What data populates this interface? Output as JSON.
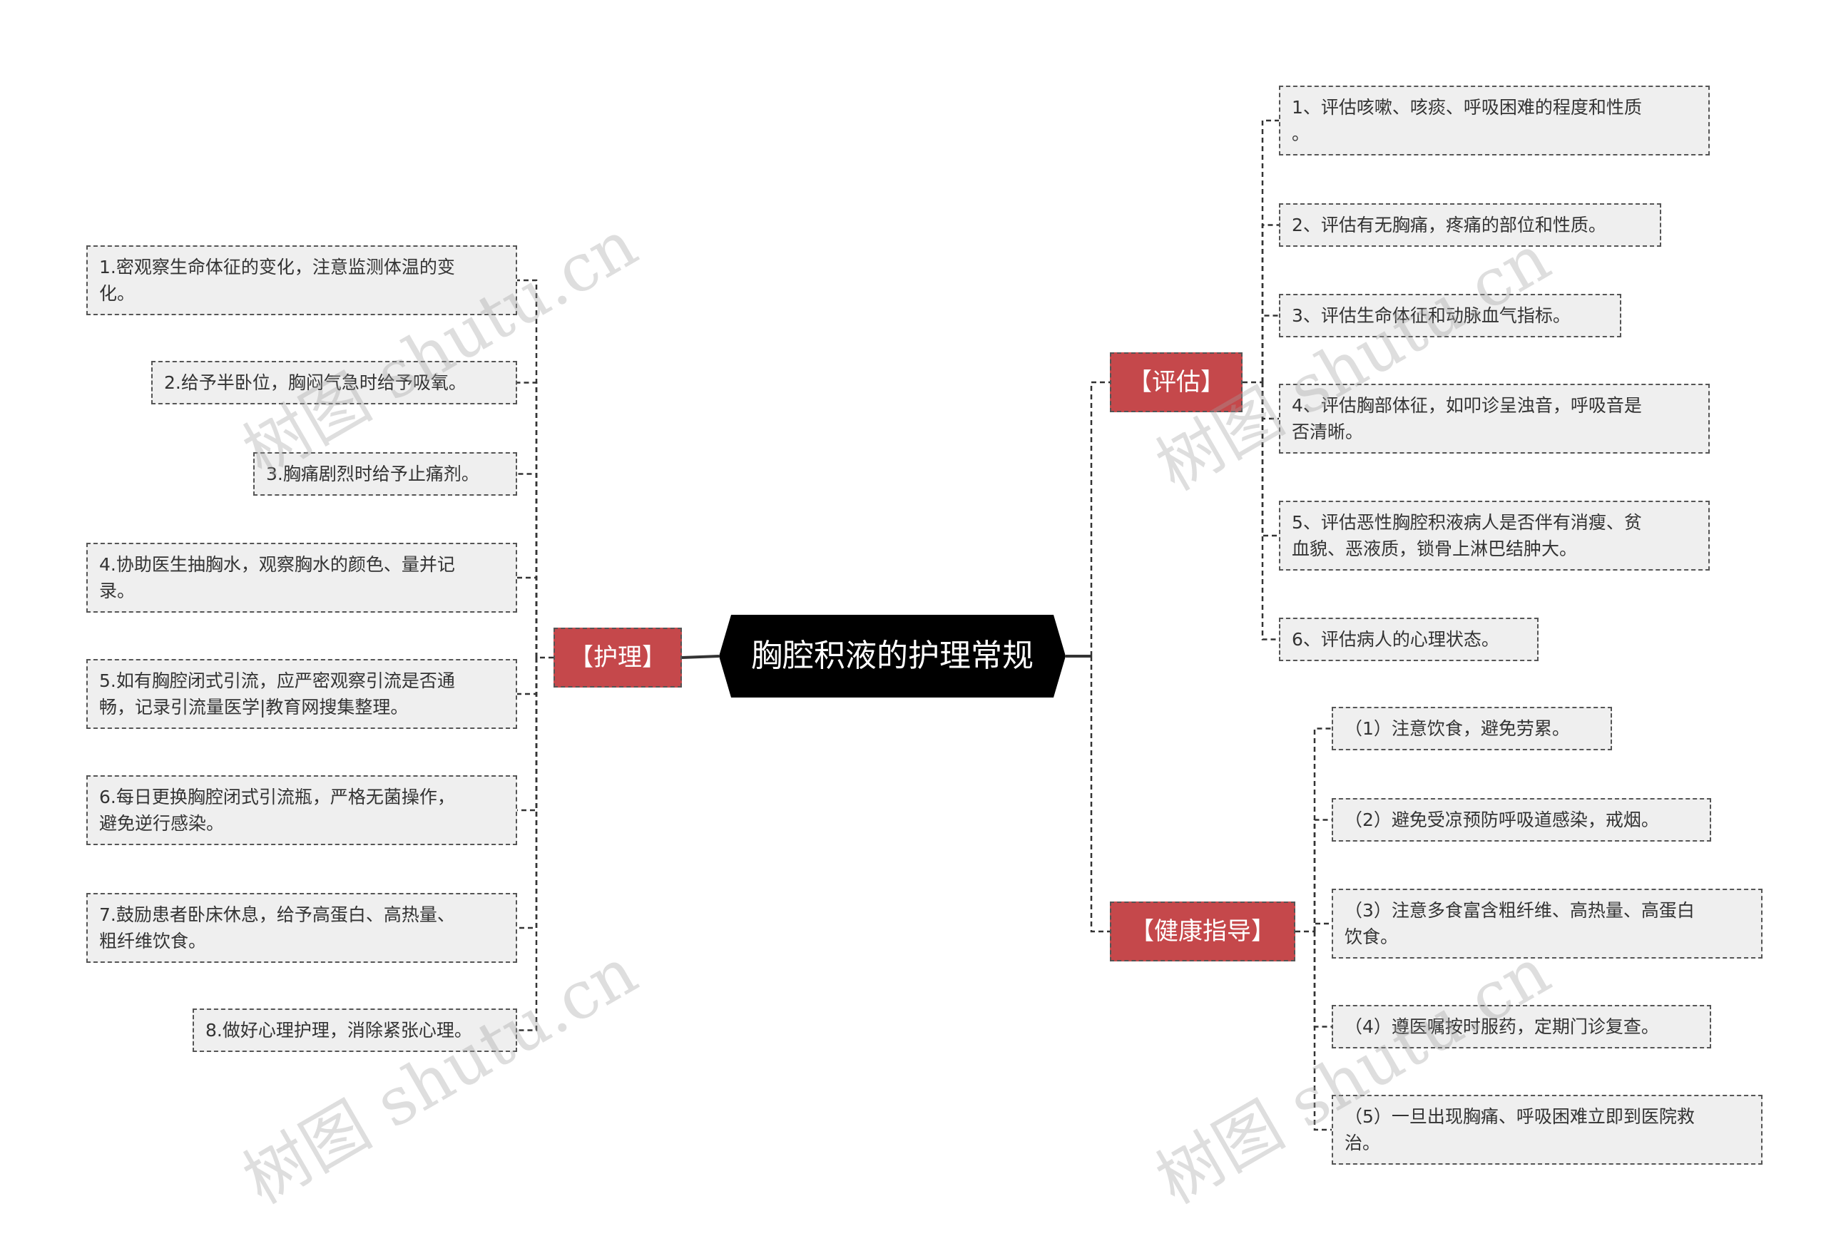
{
  "root": "胸腔积液的护理常规",
  "branches": {
    "nursing": {
      "label": "【护理】",
      "items": [
        "1.密观察生命体征的变化，注意监测体温的变\n化。",
        "2.给予半卧位，胸闷气急时给予吸氧。",
        "3.胸痛剧烈时给予止痛剂。",
        "4.协助医生抽胸水，观察胸水的颜色、量并记\n录。",
        "5.如有胸腔闭式引流，应严密观察引流是否通\n畅，记录引流量医学|教育网搜集整理。",
        "6.每日更换胸腔闭式引流瓶，严格无菌操作，\n避免逆行感染。",
        "7.鼓励患者卧床休息，给予高蛋白、高热量、\n粗纤维饮食。",
        "8.做好心理护理，消除紧张心理。"
      ]
    },
    "assessment": {
      "label": "【评估】",
      "items": [
        "1、评估咳嗽、咳痰、呼吸困难的程度和性质\n。",
        "2、评估有无胸痛，疼痛的部位和性质。",
        "3、评估生命体征和动脉血气指标。",
        "4、评估胸部体征，如叩诊呈浊音，呼吸音是\n否清晰。",
        "5、评估恶性胸腔积液病人是否伴有消瘦、贫\n血貌、恶液质，锁骨上淋巴结肿大。",
        "6、评估病人的心理状态。"
      ]
    },
    "health": {
      "label": "【健康指导】",
      "items": [
        "（1）注意饮食，避免劳累。",
        "（2）避免受凉预防呼吸道感染，戒烟。",
        "（3）注意多食富含粗纤维、高热量、高蛋白\n饮食。",
        "（4）遵医嘱按时服药，定期门诊复查。",
        "（5）一旦出现胸痛、呼吸困难立即到医院救\n治。"
      ]
    }
  },
  "watermark": "树图 shutu.cn",
  "colors": {
    "root_bg": "#000000",
    "branch_bg": "#c5484b",
    "leaf_bg": "#efefef",
    "leaf_border": "#555555",
    "link": "#333333"
  }
}
